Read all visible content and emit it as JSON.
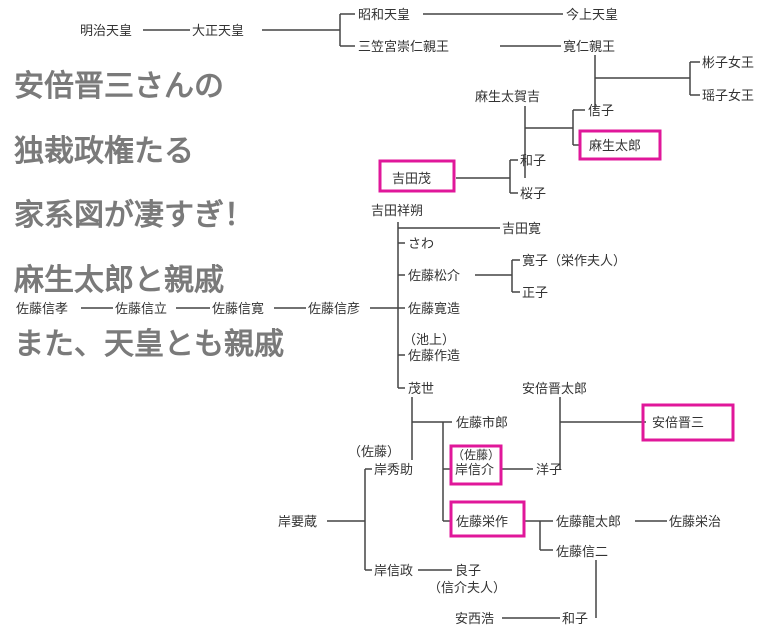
{
  "headline": {
    "lines": [
      "安倍晋三さんの",
      "独裁政権たる",
      "家系図が凄すぎ！",
      "麻生太郎と親戚",
      "また、天皇とも親戚"
    ]
  },
  "colors": {
    "highlight": "#e0179a",
    "headline": "#7a7a7a",
    "text": "#333333"
  },
  "people": {
    "meiji": "明治天皇",
    "taisho": "大正天皇",
    "showa": "昭和天皇",
    "kinjo": "今上天皇",
    "mikasa": "三笠宮崇仁親王",
    "tomohito": "寛仁親王",
    "akiko": "彬子女王",
    "yoko": "瑶子女王",
    "aso_takakichi": "麻生太賀吉",
    "nobuko": "信子",
    "aso_taro": "麻生太郎",
    "kazuko": "和子",
    "yoshida_shigeru": "吉田茂",
    "sakurako": "桜子",
    "yoshida_shosaku": "吉田祥朔",
    "yoshida_hiroshi": "吉田寛",
    "sawa": "さわ",
    "sato_matsusuke": "佐藤松介",
    "hiroko": "寛子（栄作夫人）",
    "masako": "正子",
    "sato_nobutaka": "佐藤信孝",
    "sato_nobutatsu": "佐藤信立",
    "sato_nobuhiro": "佐藤信寛",
    "sato_hidenobu": "佐藤信彦",
    "sato_hirozo": "佐藤寛造",
    "ikegami_note": "（池上）",
    "sato_sakuzo": "佐藤作造",
    "moyo": "茂世",
    "abe_kan": "安倍晋太郎",
    "abe_shinzo": "安倍晋三",
    "sato_ichiro": "佐藤市郎",
    "sato_note_1": "（佐藤）",
    "kishi_hidesuke": "岸秀助",
    "sato_note_2": "（佐藤）",
    "kishi_nobusuke": "岸信介",
    "yoko_mother": "洋子",
    "kishi_yozo": "岸要蔵",
    "sato_eisaku": "佐藤栄作",
    "sato_ryutaro": "佐藤龍太郎",
    "sato_eiji": "佐藤栄治",
    "sato_shinji": "佐藤信二",
    "kishi_nobumasa": "岸信政",
    "yoshiko": "良子",
    "yoshiko_note": "（信介夫人）",
    "anzai_hiroshi": "安西浩",
    "kazuko2": "和子"
  }
}
